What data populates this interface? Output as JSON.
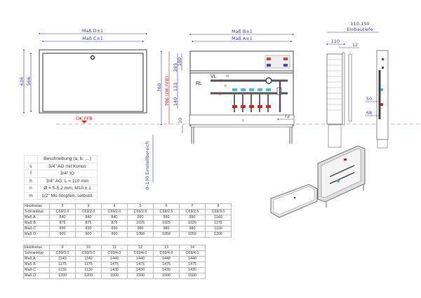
{
  "front_view": {
    "dim_d": "Maß D±1",
    "dim_c": "Maß C±1",
    "height_outer": "636",
    "height_inner": "566",
    "floor_label": "OK FFB"
  },
  "center_view": {
    "dim_b": "Maß B±1",
    "dim_a": "Maß A±1",
    "h_760": "760",
    "h_706": "706 (OK FFB)",
    "h_285": "285",
    "h_180": "180",
    "h_133": "133",
    "h_140": "140",
    "h_10": "10",
    "w_72": "72",
    "vl": "VL",
    "rl": "RL",
    "adjust": "0–130 Einstellbereich",
    "letters": {
      "m": "m",
      "f": "f",
      "n": "n",
      "h": "h",
      "s": "s"
    }
  },
  "side_view": {
    "depth_range": "110-150",
    "depth_label": "Einbautiefe",
    "w_110": "110",
    "w_12": "12",
    "d_50": "50",
    "d_68": "68"
  },
  "legend": {
    "header": "Beschreibung (a; b; …)",
    "rows": [
      {
        "key": "s",
        "value": "3/4\" AG mit Konus"
      },
      {
        "key": "f",
        "value": "3/4\" IG"
      },
      {
        "key": "h",
        "value": "3/4\" AG; L = 110 mm"
      },
      {
        "key": "n",
        "value": "Ø = 5-5,2 mm; M10 x 1"
      },
      {
        "key": "m",
        "value": "1/2\" Ms-Stopfen, selbstd."
      }
    ]
  },
  "table1": {
    "rows": [
      [
        "Heizkreise",
        "2",
        "3",
        "4",
        "5",
        "6",
        "7",
        "8"
      ],
      [
        "Schranktyp",
        "C69/2.0",
        "C69/2.0",
        "C69/2.0",
        "C69/2.5",
        "C69/2.5",
        "C69/2.5",
        "C69/3.0"
      ],
      [
        "Maß A",
        "840",
        "840",
        "840",
        "990",
        "990",
        "990",
        "1140"
      ],
      [
        "Maß B",
        "875",
        "875",
        "875",
        "1025",
        "1025",
        "1025",
        "1175"
      ],
      [
        "Maß C",
        "830",
        "830",
        "830",
        "980",
        "980",
        "980",
        "1130"
      ],
      [
        "Maß D",
        "900",
        "900",
        "900",
        "1050",
        "1050",
        "1050",
        "1200"
      ]
    ]
  },
  "table2": {
    "rows": [
      [
        "Heizkreise",
        "9",
        "10",
        "11",
        "12",
        "13",
        "14"
      ],
      [
        "Schranktyp",
        "C69/3.0",
        "C69/3.0",
        "C69/4.0",
        "C69/4.0",
        "C69/4.0",
        "C69/4.0"
      ],
      [
        "Maß A",
        "1140",
        "1140",
        "1440",
        "1440",
        "1440",
        "1440"
      ],
      [
        "Maß B",
        "1175",
        "1175",
        "1475",
        "1475",
        "1475",
        "1475"
      ],
      [
        "Maß C",
        "1130",
        "1130",
        "1430",
        "1430",
        "1430",
        "1430"
      ],
      [
        "Maß D",
        "1200",
        "1200",
        "1500",
        "1500",
        "1500",
        "1500"
      ]
    ]
  },
  "colors": {
    "dimension": "#3a3ab0",
    "floor": "#e02020",
    "supply": "#e02020",
    "return": "#2aa8e0"
  }
}
